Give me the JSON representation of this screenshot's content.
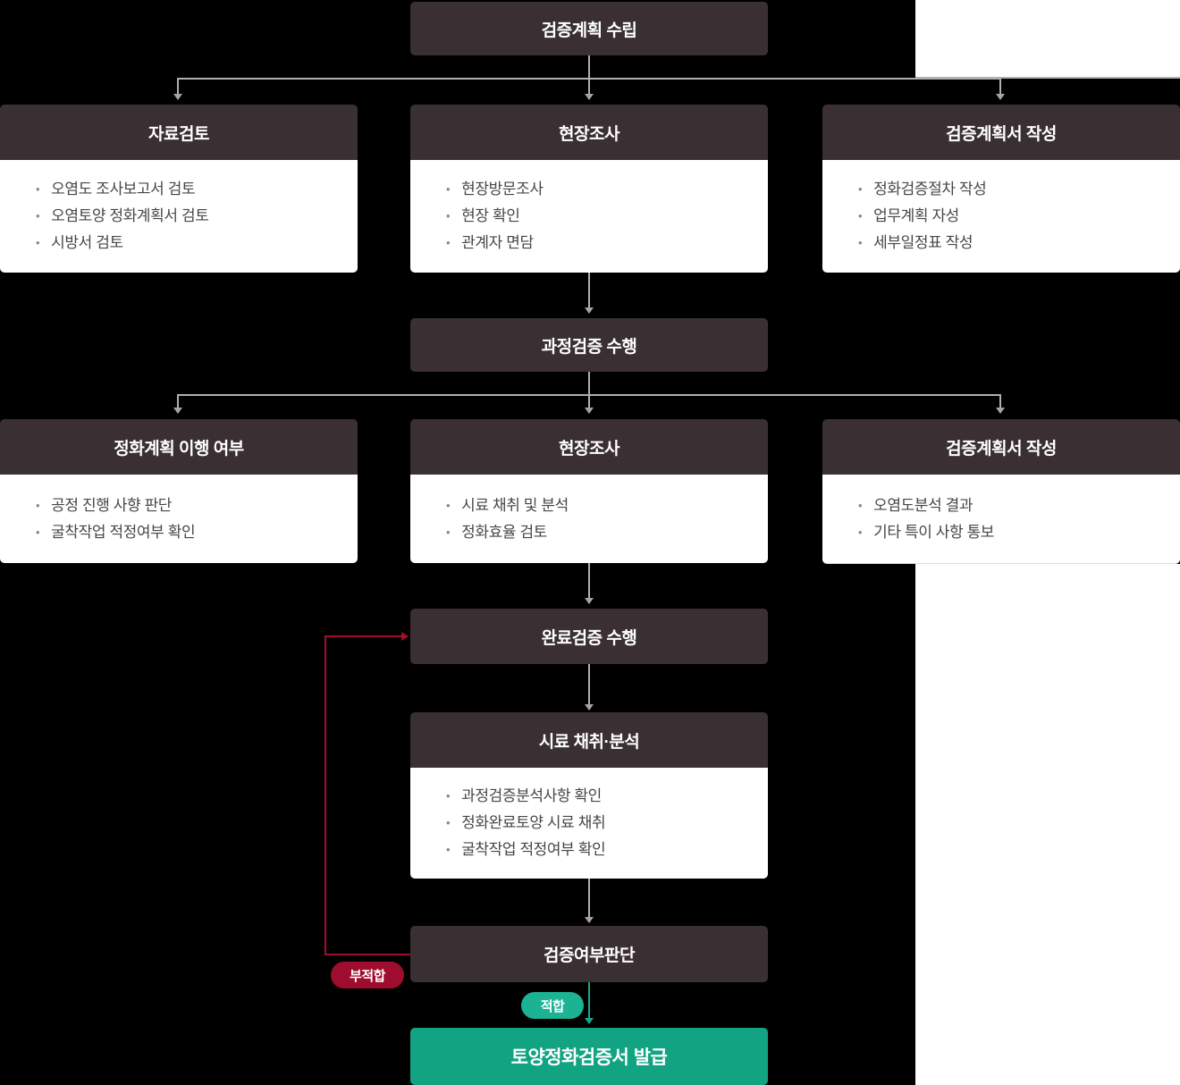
{
  "flow": {
    "plan": "검증계획 수립",
    "row1": [
      {
        "title": "자료검토",
        "items": [
          "오염도 조사보고서 검토",
          "오염토양 정화계획서 검토",
          "시방서 검토"
        ]
      },
      {
        "title": "현장조사",
        "items": [
          "현장방문조사",
          "현장 확인",
          "관계자 면담"
        ]
      },
      {
        "title": "검증계획서 작성",
        "items": [
          "정화검증절차 작성",
          "업무계획 자성",
          "세부일정표 작성"
        ]
      }
    ],
    "process": "과정검증 수행",
    "row2": [
      {
        "title": "정화계획 이행 여부",
        "items": [
          "공정 진행 사향 판단",
          "굴착작업 적정여부 확인"
        ]
      },
      {
        "title": "현장조사",
        "items": [
          "시료 채취 및 분석",
          "정화효율 검토"
        ]
      },
      {
        "title": "검증계획서 작성",
        "items": [
          "오염도분석 결과",
          "기타 특이 사항 통보"
        ]
      }
    ],
    "complete": "완료검증 수행",
    "sampling": {
      "title": "시료 채취·분석",
      "items": [
        "과정검증분석사항 확인",
        "정화완료토양 시료 채취",
        "굴착작업 적정여부 확인"
      ]
    },
    "judgement": "검증여부판단",
    "fail_label": "부적합",
    "pass_label": "적합",
    "certificate": "토양정화검증서 발급"
  },
  "colors": {
    "dark_box": "#3A2F33",
    "body_text": "#4A4546",
    "connector_gray": "#B2AFB0",
    "fail_red": "#A30D2E",
    "pass_green": "#1CB294",
    "certificate_green": "#12A383",
    "background": "#000000"
  }
}
